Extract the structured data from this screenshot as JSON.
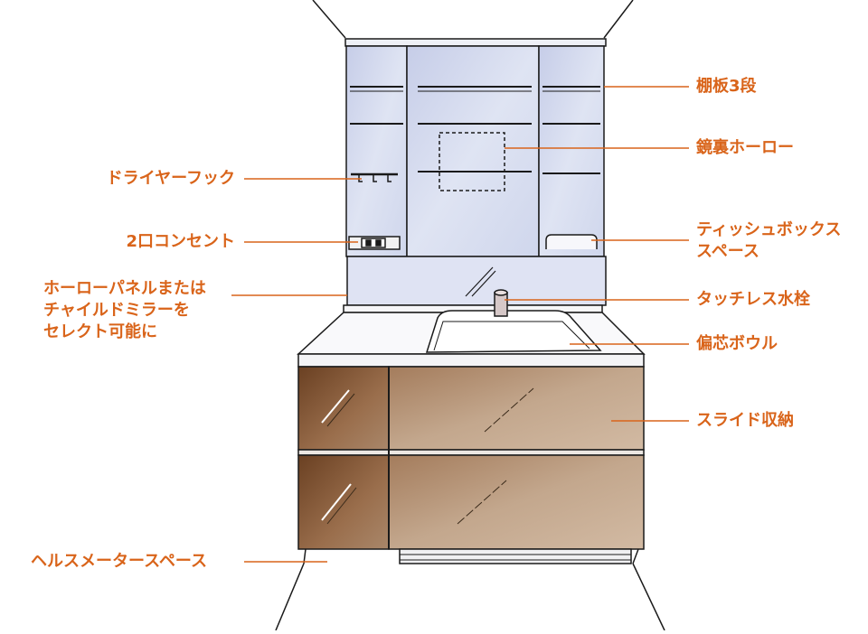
{
  "labels": {
    "shelf": "棚板3段",
    "mirror": "鏡裏ホーロー",
    "tissue": [
      "ティッシュボックス",
      "スペース"
    ],
    "faucet": "タッチレス水栓",
    "bowl": "偏芯ボウル",
    "drawer": "スライド収納",
    "dryer_hook": "ドライヤーフック",
    "outlet": "2口コンセント",
    "panel": [
      "ホーローパネルまたは",
      "チャイルドミラーを",
      "セレクト可能に"
    ],
    "meter": "ヘルスメータースペース"
  },
  "colors": {
    "label": "#d9641a",
    "leader": "#d9641a",
    "cabinet_mirror": "#cfd6ec",
    "drawer_dark": "#6a4022",
    "drawer_light": "#c8ae95",
    "outline": "#1a1a1a"
  }
}
